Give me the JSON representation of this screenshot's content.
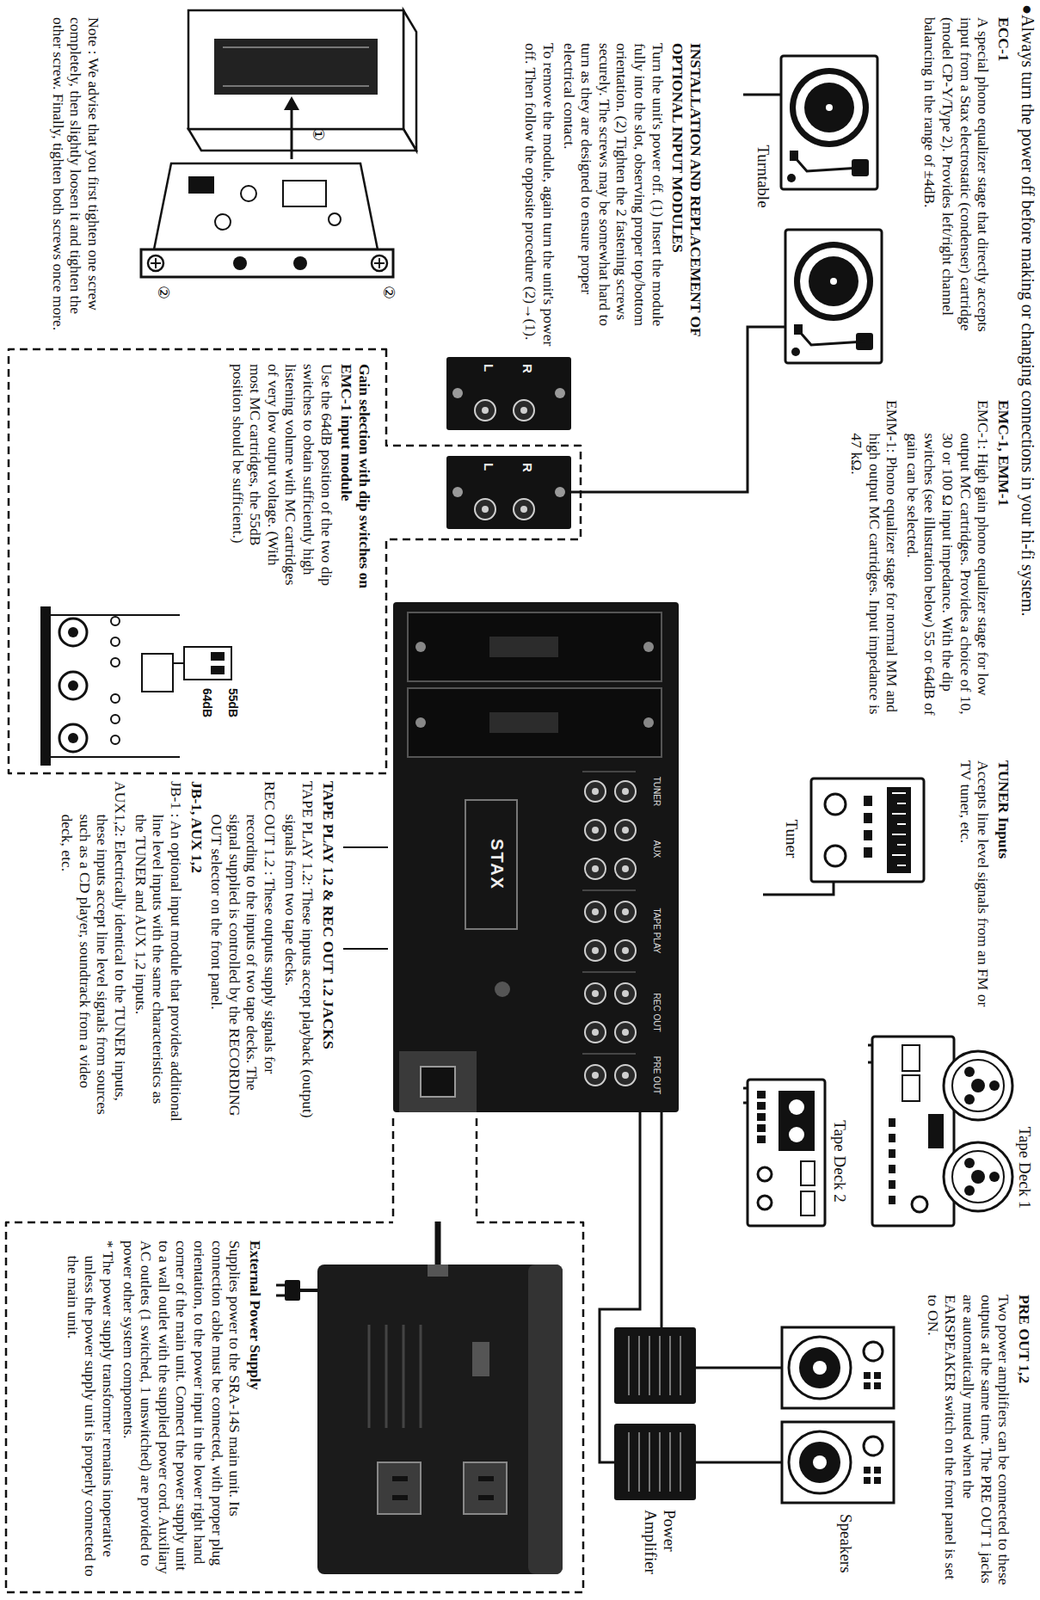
{
  "diagram": {
    "nodes": [
      {
        "text": [
          "Turntable"
        ]
      },
      {
        "text": [
          "R",
          "L"
        ]
      },
      {
        "text": [
          "Gain selection with dip switches on EMC-1 input module",
          "Use the 64dB position of the two dip switches to obtain sufficiently high listening volume with MC cartridges of very low output voltage. (With most MC cartridges, the 55dB position should be sufficient.)",
          "55dB",
          "64dB"
        ]
      },
      {
        "text": [
          "R",
          "L"
        ],
        "in": 2
      },
      {
        "text": [
          "TUNER",
          "AUX",
          "TAPE PLAY",
          "REC OUT",
          "PRE OUT",
          "STAX"
        ]
      },
      {
        "text": [
          "Tuner"
        ]
      },
      {
        "text": [
          "Tape Deck 1"
        ]
      },
      {
        "text": [
          "Tape Deck 2"
        ]
      },
      {
        "text": [
          "External Power Supply",
          "Supplies power to the SRA-14S main unit. Its connection cable must be connected, with proper plug orientation, to the power input in the lower right hand corner of the main unit. Connect the power supply unit to a wall outlet with the supplied power cord. Auxiliary AC outlets (1 switched, 1 unswitched) are provided to power other system components.",
          "* The power supply transformer remains inoperative unless the power supply unit is properly connected to the main unit."
        ]
      }
    ],
    "edges": [
      {
        "from": 0,
        "to": 1,
        "arrow": "none"
      },
      {
        "from": 5,
        "to": 4,
        "arrow": "none"
      },
      {
        "from": 6,
        "to": 4,
        "arrow": "none"
      },
      {
        "from": 6,
        "to": 4,
        "arrow": "none"
      },
      {
        "from": 7,
        "to": 4,
        "arrow": "none"
      },
      {
        "from": 7,
        "to": 4,
        "arrow": "none"
      },
      {
        "from": 4,
        "to": 8,
        "arrow": "none"
      }
    ],
    "labels": [
      "●Always turn the power off before making or changing connections in your hi-fi system.",
      "ECC-1",
      "A special phono equalizer stage that directly accepts input from a Stax electrostatic (condenser) cartridge (model CP-Y/Type 2). Provides left/right channel balancing in the range of ±4dB.",
      "EMC-1, EMM-1",
      "EMC-1: High gain phono equalizer stage for low output MC cartridges. Provides a choice of 10, 30 or 100 Ω input impedance. With the dip switches (see illustration below) 55 or 64dB of gain can be selected.",
      "EMM-1: Phono equalizer stage for normal MM and high output MC cartridges. Input impedance is 47 kΩ.",
      "TUNER Inputs",
      "Accepts line level signals from an FM or TV tuner, etc.",
      "PRE OUT 1,2",
      "Two power amplifiers can be connected to these outputs at the same time. The PRE OUT 1 jacks are automatically muted when the EARSPEAKER switch on the front panel is set to ON.",
      "Speakers",
      "Power Amplifier",
      "INSTALLATION AND REPLACEMENT OF OPTIONAL INPUT MODULES",
      "Turn the unit's power off. (1) Insert the module fully into the slot, observing proper top/bottom orientation. (2) Tighten the 2 fastening screws securely. The screws may be somewhat hard to turn as they are designed to ensure proper electrical contact.",
      "To remove the module, again turn the unit's power off. Then follow the opposite procedure (2)→(1).",
      "①",
      "②",
      "②",
      "Note : We advise that you first tighten one screw completely, then slightly loosen it and tighten the other screw. Finally, tighten both screws once more.",
      "TAPE PLAY 1.2 & REC OUT 1.2 JACKS",
      "TAPE PLAY 1.2: These inputs accept playback (output) signals from two tape decks.",
      "REC OUT 1.2 : These outputs supply signals for recording to the inputs of two tape decks. The signal supplied is controlled by the RECORDING OUT selector on the front panel.",
      "JB-1, AUX 1,2",
      "JB-1 : An optional input module that provides additional line level inputs with the same characteristics as the TUNER and AUX 1,2 inputs.",
      "AUX1,2: Electrically identical to the TUNER inputs, these inputs accept line level signals from sources such as a CD player, soundtrack from a video deck, etc."
    ]
  }
}
